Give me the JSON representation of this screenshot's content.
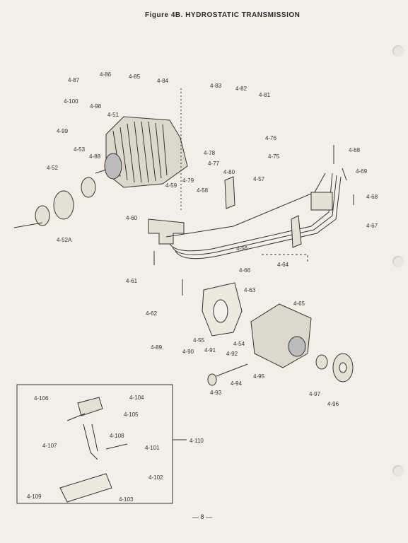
{
  "header": {
    "title": "Figure 4B. HYDROSTATIC TRANSMISSION"
  },
  "footer": {
    "page_number": "— 8 —"
  },
  "callouts": {
    "c4_87": "4-87",
    "c4_86": "4-86",
    "c4_85": "4-85",
    "c4_84": "4-84",
    "c4_100": "4-100",
    "c4_98": "4-98",
    "c4_51": "4-51",
    "c4_99": "4-99",
    "c4_53": "4-53",
    "c4_88": "4-88",
    "c4_52": "4-52",
    "c4_52A": "4-52A",
    "c4_83": "4-83",
    "c4_82": "4-82",
    "c4_81": "4-81",
    "c4_76": "4-76",
    "c4_75": "4-75",
    "c4_78": "4-78",
    "c4_77": "4-77",
    "c4_80": "4-80",
    "c4_79": "4-79",
    "c4_59": "4-59",
    "c4_58": "4-58",
    "c4_57": "4-57",
    "c4_60": "4-60",
    "c4_56": "4-56",
    "c4_68a": "4-68",
    "c4_69": "4-69",
    "c4_68b": "4-68",
    "c4_67": "4-67",
    "c4_61": "4-61",
    "c4_62": "4-62",
    "c4_66": "4-66",
    "c4_64": "4-64",
    "c4_63": "4-63",
    "c4_65": "4-65",
    "c4_55": "4-55",
    "c4_54": "4-54",
    "c4_89": "4-89",
    "c4_90": "4-90",
    "c4_91": "4-91",
    "c4_92": "4-92",
    "c4_95": "4-95",
    "c4_93": "4-93",
    "c4_94": "4-94",
    "c4_97": "4-97",
    "c4_96": "4-96",
    "c4_106": "4-106",
    "c4_104": "4-104",
    "c4_105": "4-105",
    "c4_108": "4-108",
    "c4_107": "4-107",
    "c4_101": "4-101",
    "c4_110": "4-110",
    "c4_102": "4-102",
    "c4_109": "4-109",
    "c4_103": "4-103"
  }
}
